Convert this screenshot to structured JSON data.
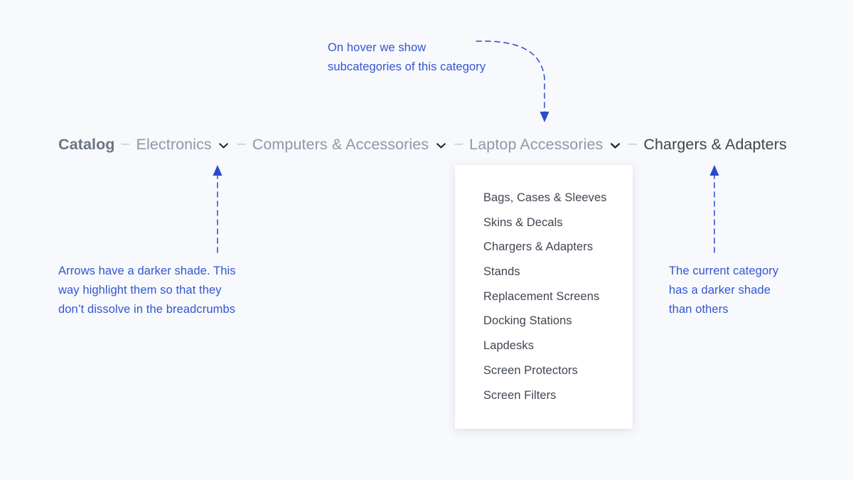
{
  "background_color": "#f7f9fc",
  "accent_color": "#3455d1",
  "breadcrumb": {
    "separator": "–",
    "items": [
      {
        "label": "Catalog",
        "has_chevron": false,
        "state": "root"
      },
      {
        "label": "Electronics",
        "has_chevron": true,
        "state": "default"
      },
      {
        "label": "Computers & Accessories",
        "has_chevron": true,
        "state": "default"
      },
      {
        "label": "Laptop Accessories",
        "has_chevron": true,
        "state": "open"
      },
      {
        "label": "Chargers & Adapters",
        "has_chevron": false,
        "state": "current"
      }
    ]
  },
  "dropdown": {
    "items": [
      "Bags, Cases & Sleeves",
      "Skins & Decals",
      "Chargers & Adapters",
      "Stands",
      "Replacement Screens",
      "Docking Stations",
      "Lapdesks",
      "Screen Protectors",
      "Screen Filters"
    ]
  },
  "annotations": {
    "hover": "On hover we show\nsubcategories of this category",
    "arrows": "Arrows have a darker shade. This\nway highlight them so that they\ndon’t dissolve in the breadcrumbs",
    "current": "The current category\nhas a darker shade\nthan others"
  },
  "icons": {
    "chevron_down": "chevron-down-icon",
    "arrow_up": "arrow-up-icon",
    "arrow_down_curved": "curved-arrow-down-icon"
  }
}
